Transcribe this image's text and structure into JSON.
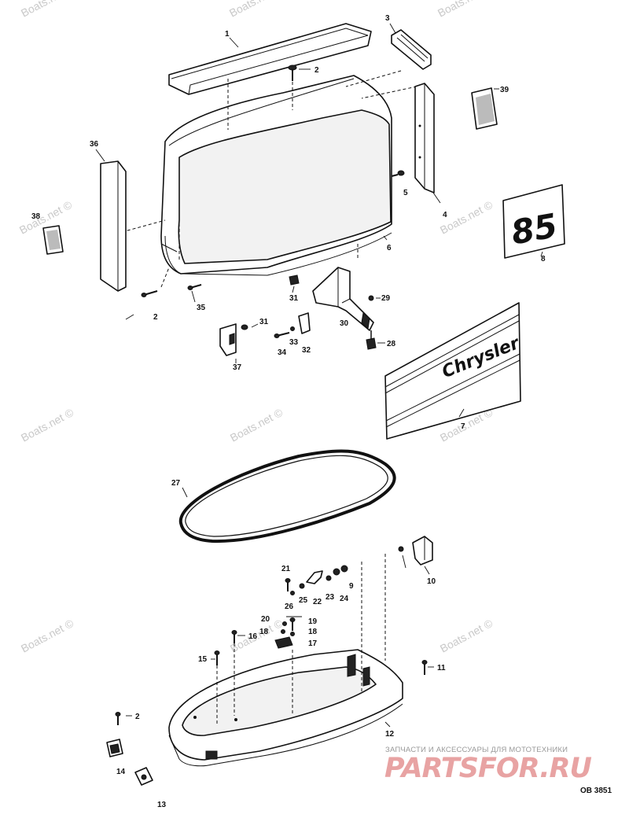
{
  "watermark": "Boats.net ©",
  "decals": {
    "model_number": "85",
    "brand_name": "Chrysler"
  },
  "callouts": [
    "1",
    "2",
    "3",
    "39",
    "38",
    "36",
    "5",
    "4",
    "8",
    "6",
    "31",
    "29",
    "2",
    "35",
    "30",
    "31",
    "33",
    "32",
    "34",
    "28",
    "37",
    "7",
    "27",
    "21",
    "9",
    "10",
    "25",
    "22",
    "23",
    "24",
    "26",
    "20",
    "19",
    "18",
    "18",
    "17",
    "16",
    "15",
    "11",
    "2",
    "12",
    "14",
    "13"
  ],
  "footer": {
    "ru_text": "ЗАПЧАСТИ И АКСЕССУАРЫ ДЛЯ МОТОТЕХНИКИ",
    "logo_text": "PARTSFOR.RU",
    "diagram_code": "OB 3851"
  },
  "colors": {
    "line": "#111111",
    "watermark": "#c9c9c9",
    "logo": "#e8a3a3"
  }
}
